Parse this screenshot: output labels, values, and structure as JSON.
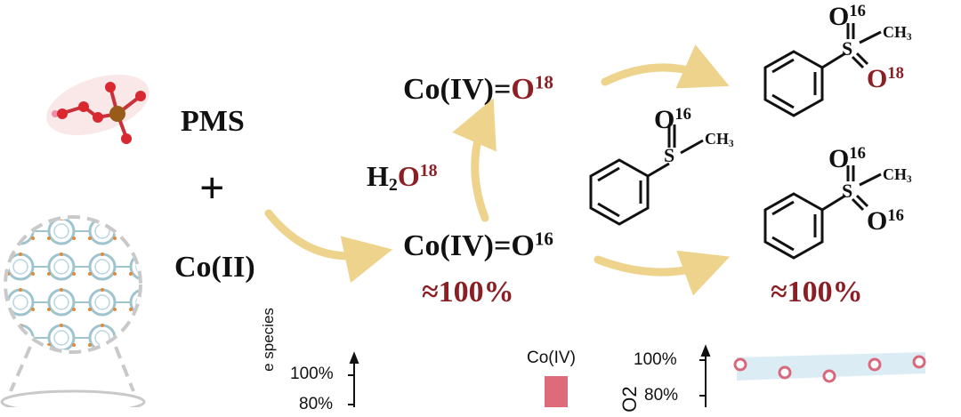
{
  "labels": {
    "pms": "PMS",
    "plus": "+",
    "co2": "Co(II)",
    "co_iv_o18_base": "Co(IV)=",
    "o18_atom": "O",
    "o18_mass": "18",
    "co_iv_o16_base": "Co(IV)=O",
    "o16_mass": "16",
    "water_h": "H",
    "water_sub": "2",
    "water_o": "O",
    "water_mass": "18",
    "yield_left": "≈100%",
    "yield_right": "≈100%"
  },
  "molecules": {
    "sulfoxide": {
      "o_label": "O",
      "o_mass": "16",
      "s_label": "S",
      "me_label": "CH",
      "me_sub": "3"
    },
    "sulfone_top": {
      "o_top": "O",
      "o_top_mass": "16",
      "s_label": "S",
      "me_label": "CH",
      "me_sub": "3",
      "o_bottom": "O",
      "o_bottom_mass": "18"
    },
    "sulfone_bottom": {
      "o_top": "O",
      "o_top_mass": "16",
      "s_label": "S",
      "me_label": "CH",
      "me_sub": "3",
      "o_bottom": "O",
      "o_bottom_mass": "16"
    }
  },
  "chart_left": {
    "ylabel": "e species",
    "ticks": [
      "100%",
      "80%"
    ]
  },
  "bar_chart": {
    "label": "Co(IV)",
    "bar_color": "#de6b7a"
  },
  "chart_right": {
    "ylabel": "O2",
    "ticks": [
      "100%",
      "80%"
    ],
    "marker_color": "#d8697c",
    "band_color": "#dcecf4"
  },
  "colors": {
    "arrow": "#eed38c",
    "dark_red": "#8b1f24",
    "text": "#111111",
    "framework": "#9ec4cf",
    "framework_node": "#e0893a"
  }
}
